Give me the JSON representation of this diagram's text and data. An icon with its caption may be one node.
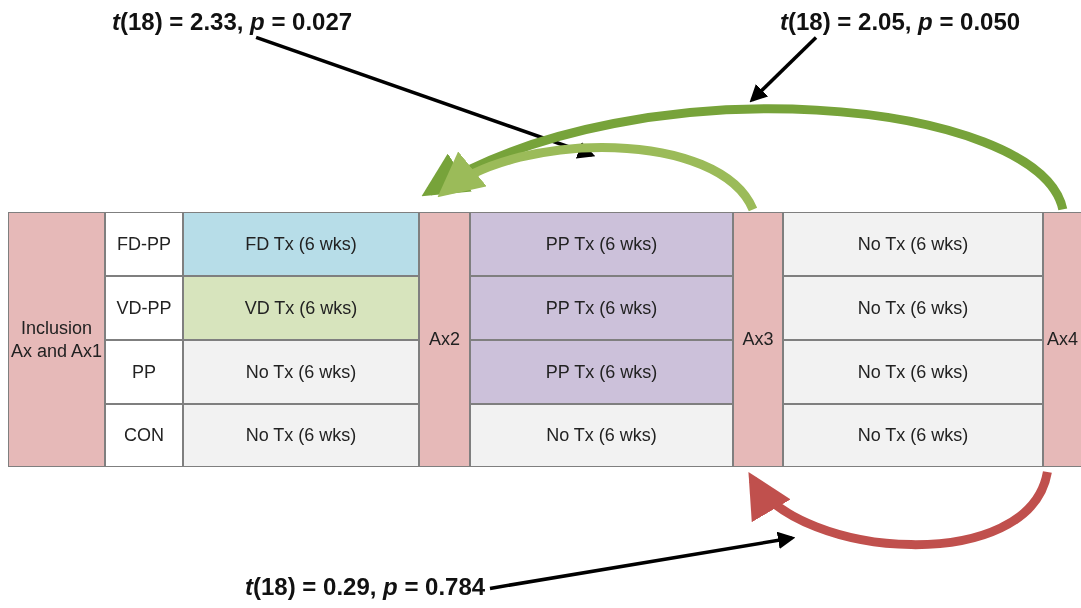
{
  "diagram": {
    "nodes": [
      {
        "text": [
          "Inclusion Ax and Ax1"
        ]
      },
      {
        "text": [
          "FD-PP"
        ]
      },
      {
        "text": [
          "FD Tx (6 wks)"
        ]
      },
      {
        "text": [
          "Ax2"
        ]
      },
      {
        "text": [
          "PP Tx (6 wks)"
        ]
      },
      {
        "text": [
          "Ax3"
        ]
      },
      {
        "text": [
          "No Tx (6 wks)"
        ]
      },
      {
        "text": [
          "Ax4"
        ]
      },
      {
        "text": [
          "VD-PP"
        ]
      },
      {
        "text": [
          "VD Tx (6 wks)"
        ]
      },
      {
        "text": [
          "PP Tx (6 wks)"
        ]
      },
      {
        "text": [
          "No Tx (6 wks)"
        ]
      },
      {
        "text": [
          "PP"
        ]
      },
      {
        "text": [
          "No Tx (6 wks)"
        ]
      },
      {
        "text": [
          "PP Tx (6 wks)"
        ]
      },
      {
        "text": [
          "No Tx (6 wks)"
        ]
      },
      {
        "text": [
          "CON"
        ]
      },
      {
        "text": [
          "No Tx (6 wks)"
        ]
      },
      {
        "text": [
          "No Tx (6 wks)"
        ]
      },
      {
        "text": [
          "No Tx (6 wks)"
        ]
      },
      {
        "text": [
          "*t*(18) = 2.33, *p* = 0.027"
        ]
      },
      {
        "text": [
          "*t*(18) = 2.05, *p* = 0.050"
        ]
      },
      {
        "text": [
          "*t*(18) = 0.29, *p* = 0.784"
        ]
      }
    ],
    "edges": [
      {
        "from": 20,
        "to": null,
        "arrow": "to"
      },
      {
        "from": 21,
        "to": null,
        "arrow": "to"
      },
      {
        "from": 7,
        "to": 3,
        "arrow": "to",
        "style": "thick",
        "color": "#77a33a"
      },
      {
        "from": 5,
        "to": 3,
        "arrow": "to",
        "style": "thick",
        "color": "#9bbb59"
      },
      {
        "from": 7,
        "to": 5,
        "arrow": "to",
        "style": "thick",
        "color": "#c0504d"
      },
      {
        "from": 22,
        "to": null,
        "arrow": "to"
      }
    ]
  }
}
